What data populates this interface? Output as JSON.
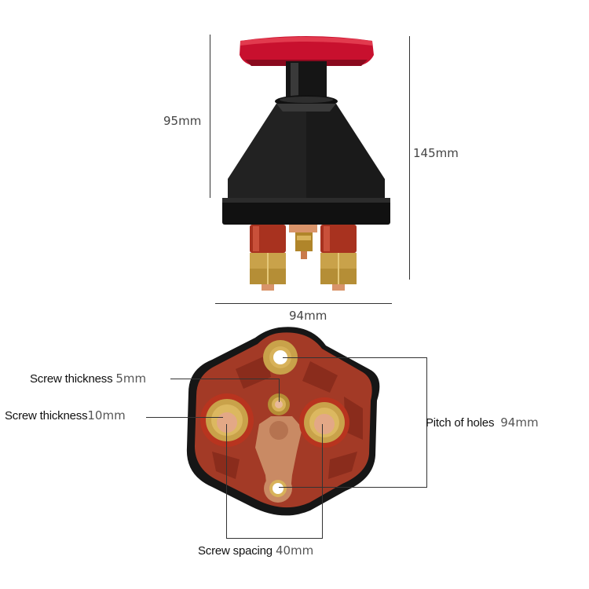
{
  "side_view": {
    "height_knob_to_base": "95mm",
    "height_total": "145mm",
    "width": "94mm"
  },
  "bottom_view": {
    "callouts": [
      {
        "label": "Screw thickness",
        "value": "5mm"
      },
      {
        "label": "Screw thickness",
        "value": "10mm"
      },
      {
        "label": "Pitch of holes",
        "value": "94mm"
      },
      {
        "label": "Screw spacing",
        "value": "40mm"
      }
    ]
  },
  "colors": {
    "knob_red": "#c8102e",
    "body_black": "#141414",
    "base_red_brown": "#a33a26",
    "brass": "#c9a24a",
    "copper": "#d9946a",
    "line": "#333333"
  }
}
